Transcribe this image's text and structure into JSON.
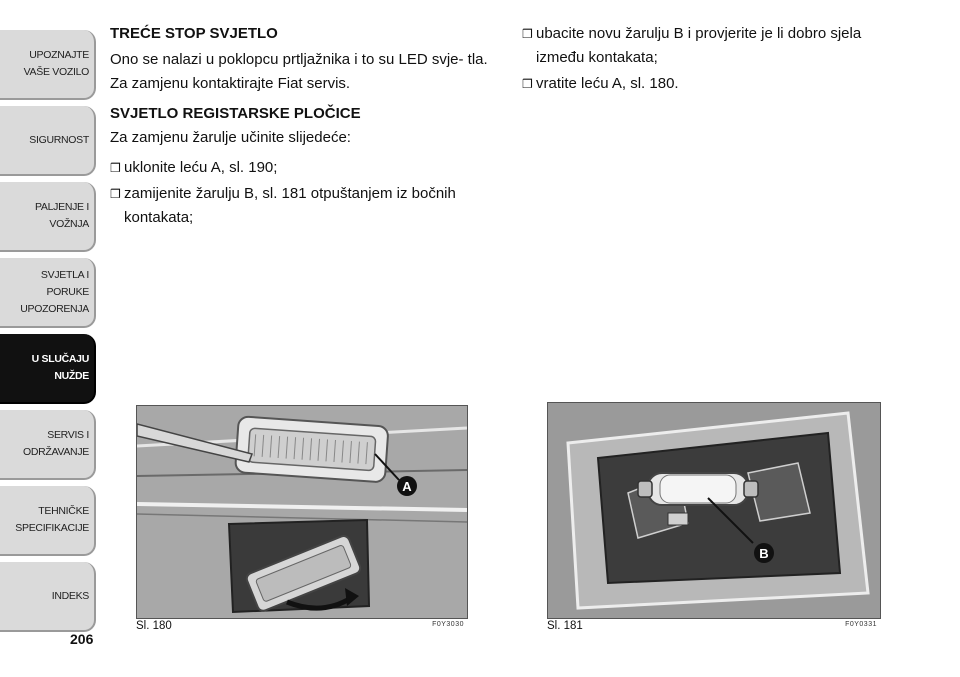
{
  "sidebar": {
    "tabs": [
      {
        "label": "UPOZNAJTE\nVAŠE VOZILO",
        "active": false
      },
      {
        "label": "SIGURNOST",
        "active": false
      },
      {
        "label": "PALJENJE I\nVOŽNJA",
        "active": false
      },
      {
        "label": "SVJETLA I PORUKE\nUPOZORENJA",
        "active": false
      },
      {
        "label": "U SLUČAJU\nNUŽDE",
        "active": true
      },
      {
        "label": "SERVIS I\nODRŽAVANJE",
        "active": false
      },
      {
        "label": "TEHNIČKE\nSPECIFIKACIJE",
        "active": false
      },
      {
        "label": "INDEKS",
        "active": false
      }
    ],
    "active_color": "#111111",
    "tab_color": "#dadada"
  },
  "page_number": "206",
  "left_column": {
    "heading1": "TREĆE STOP SVJETLO",
    "para1": "Ono se nalazi u poklopcu prtljažnika i to su LED svje- tla. Za zamjenu kontaktirajte Fiat servis.",
    "heading2": "SVJETLO REGISTARSKE PLOČICE",
    "para2": "Za zamjenu žarulje učinite slijedeće:",
    "bullets": [
      "uklonite leću A, sl. 190;",
      "zamijenite žarulju B, sl. 181 otpuštanjem iz bočnih kontakata;"
    ]
  },
  "right_column": {
    "bullets": [
      "ubacite novu žarulju B i provjerite je li dobro sjela između kontakata;",
      "vratite leću A, sl. 180."
    ]
  },
  "bullet_glyph": "❒",
  "figures": [
    {
      "caption": "Sl. 180",
      "code": "F0Y3030",
      "callout": "A"
    },
    {
      "caption": "Sl. 181",
      "code": "F0Y0331",
      "callout": "B"
    }
  ]
}
